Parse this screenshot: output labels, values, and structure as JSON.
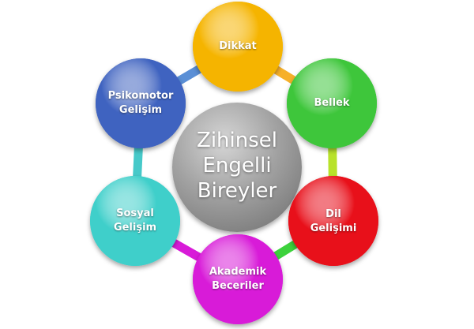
{
  "center": {
    "lines": [
      "Zihinsel",
      "Engelli",
      "Bireyler"
    ],
    "color": "#9a9a9a"
  },
  "nodes": [
    {
      "id": "dikkat",
      "lines": [
        "Dikkat"
      ],
      "color": "#f5b400"
    },
    {
      "id": "bellek",
      "lines": [
        "Bellek"
      ],
      "color": "#3ec63b"
    },
    {
      "id": "dil-gelisimi",
      "lines": [
        "Dil",
        "Gelişimi"
      ],
      "color": "#e8101a"
    },
    {
      "id": "akademik-beceriler",
      "lines": [
        "Akademik",
        "Beceriler"
      ],
      "color": "#d81bd8"
    },
    {
      "id": "sosyal-gelisim",
      "lines": [
        "Sosyal",
        "Gelişim"
      ],
      "color": "#3fcfca"
    },
    {
      "id": "psikomotor-gelisim",
      "lines": [
        "Psikomotor",
        "Gelişim"
      ],
      "color": "#3f63c0"
    }
  ],
  "ring_colors": [
    "#f6b02a",
    "#b8e22a",
    "#3cd23c",
    "#d81bd8",
    "#46c9c9",
    "#5a8fd6"
  ]
}
